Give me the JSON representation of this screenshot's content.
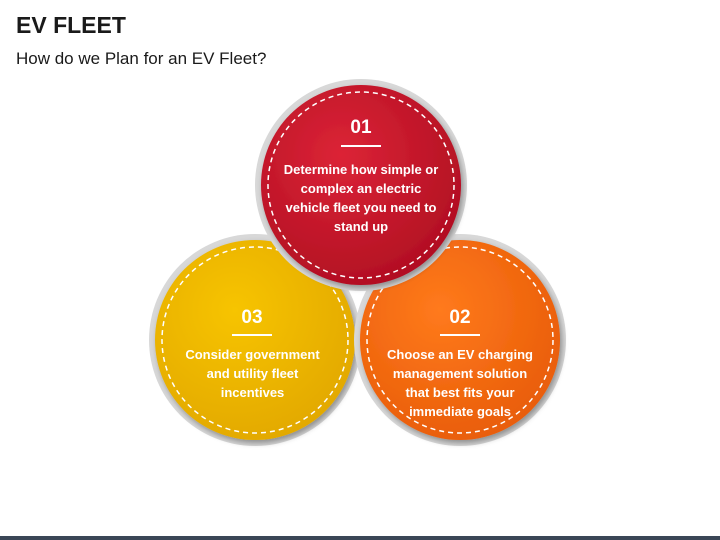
{
  "header": {
    "title": "EV FLEET",
    "subtitle": "How do we Plan for an EV Fleet?"
  },
  "steps": [
    {
      "number": "01",
      "text": "Determine how simple or complex an electric vehicle fleet you need to stand up",
      "color": "#c8102e"
    },
    {
      "number": "02",
      "text": "Choose an EV charging management solution that best fits your immediate goals",
      "color": "#f26a10"
    },
    {
      "number": "03",
      "text": "Consider government and utility fleet incentives",
      "color": "#f0b400"
    }
  ],
  "footer": {
    "bar_color": "#3a4656"
  }
}
